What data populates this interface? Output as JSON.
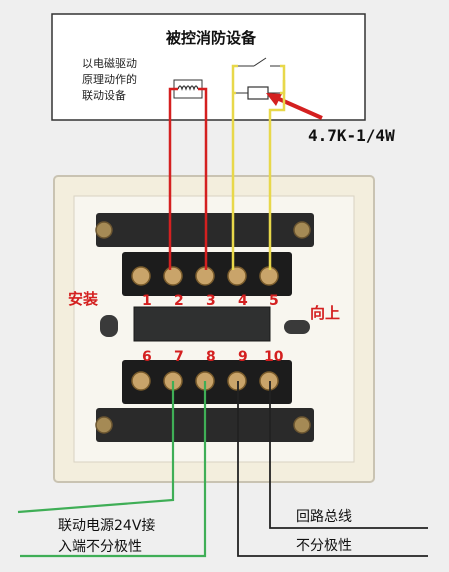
{
  "device_box": {
    "title": "被控消防设备",
    "desc_lines": [
      "以电磁驱动",
      "原理动作的",
      "联动设备"
    ]
  },
  "resistor_label": "4.7K-1/4W",
  "labels": {
    "install": "安装",
    "up": "向上"
  },
  "terminals_top": [
    "1",
    "2",
    "3",
    "4",
    "5"
  ],
  "terminals_bottom": [
    "6",
    "7",
    "8",
    "9",
    "10"
  ],
  "bottom_notes": {
    "power_line1": "联动电源24V接",
    "power_line2": "入端不分极性",
    "bus_line1": "回路总线",
    "bus_line2": "不分极性"
  },
  "colors": {
    "red_wire": "#d42020",
    "yellow_wire": "#e8d84a",
    "green_wire": "#3fae56",
    "black_wire": "#222222",
    "label_red": "#d42020"
  }
}
